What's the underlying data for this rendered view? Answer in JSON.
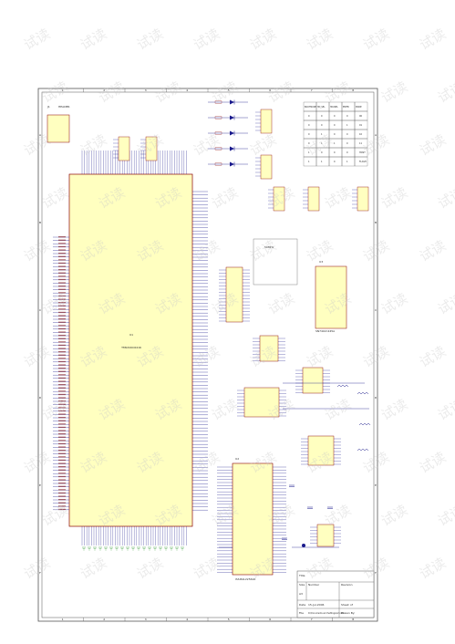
{
  "sheet": {
    "column_labels": [
      "1",
      "2",
      "3",
      "4",
      "5",
      "6",
      "7",
      "8"
    ],
    "row_labels": [
      "A",
      "B",
      "C",
      "D",
      "E",
      "F"
    ]
  },
  "connector_top": {
    "ref": "J1",
    "part": "HEADER"
  },
  "mcu": {
    "ref": "U1",
    "part": "TMS320C6416"
  },
  "memory": {
    "ref": "U2",
    "part": "ISSI61LV25616"
  },
  "buffer_ic": {
    "ref": "U3",
    "part": "SN74LVC245A"
  },
  "clock": {
    "label": "50MHz"
  },
  "mode_table": {
    "headers": [
      "BOOTMODE",
      "HD_SEL",
      "HD2SEL",
      "EMIFB",
      "MODE"
    ],
    "rows": [
      [
        "0",
        "0",
        "0",
        "0",
        "00"
      ],
      [
        "0",
        "0",
        "0",
        "1",
        "01"
      ],
      [
        "0",
        "1",
        "0",
        "0",
        "10"
      ],
      [
        "0",
        "1",
        "1",
        "0",
        "11"
      ],
      [
        "1",
        "0",
        "0",
        "0",
        "HOST"
      ],
      [
        "1",
        "1",
        "0",
        "1",
        "FLASH"
      ]
    ]
  },
  "title_block": {
    "title_label": "Title",
    "title_value": "",
    "size_label": "Size",
    "number_label": "Number",
    "revision_label": "Revision",
    "size_value": "A3",
    "date_label": "Date",
    "date_value": "15-Jul-2006",
    "sheet_label": "Sheet",
    "sheet_value": "of",
    "file_label": "File",
    "file_value": "D:\\Documents and Settings\\sch.ddb",
    "drawn_label": "Drawn By:"
  },
  "watermark": {
    "text": "试读"
  },
  "colors": {
    "ic_fill": "#ffffc0",
    "wire": "#1a1a8c",
    "border": "#555555",
    "net_label": "#b00000",
    "ground": "#008000"
  }
}
